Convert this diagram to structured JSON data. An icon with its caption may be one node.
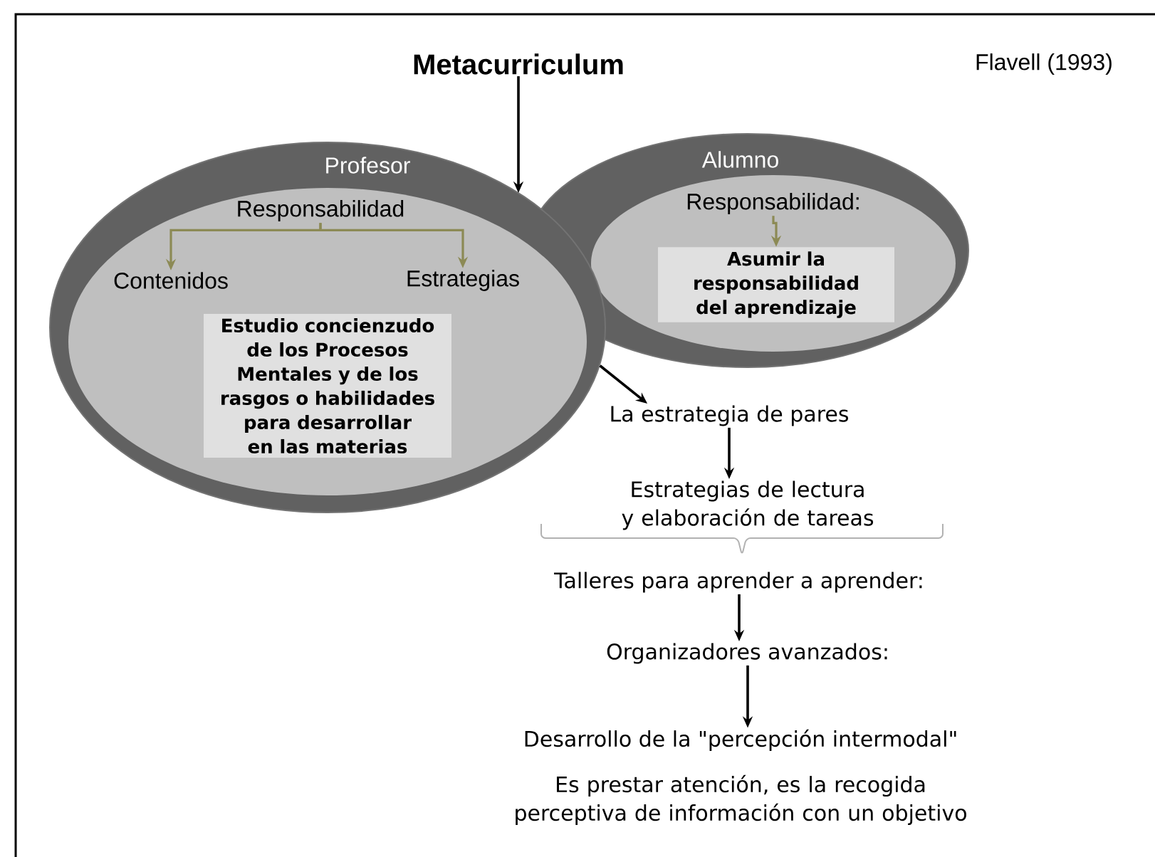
{
  "diagram": {
    "nodes": [
      {
        "text": [
          "Metacurriculum"
        ]
      },
      {
        "text": [
          "Profesor"
        ]
      },
      {
        "text": [
          "Responsabilidad"
        ],
        "in": 1
      },
      {
        "text": [
          "Contenidos"
        ],
        "in": 1
      },
      {
        "text": [
          "Estrategias"
        ],
        "in": 1
      },
      {
        "text": [
          "Estudio concienzudo de los Procesos Mentales y de los rasgos o habilidades para desarrollar en las materias"
        ],
        "in": 1
      },
      {
        "text": [
          "Alumno"
        ]
      },
      {
        "text": [
          "Responsabilidad:"
        ],
        "in": 6
      },
      {
        "text": [
          "Asumir la responsabilidad del aprendizaje"
        ],
        "in": 6
      },
      {
        "text": [
          "La estrategia de pares"
        ]
      },
      {
        "text": [
          "Estrategias de lectura y elaboración de tareas"
        ]
      },
      {
        "text": [
          "Talleres para aprender a aprender:"
        ]
      },
      {
        "text": [
          "Organizadores avanzados:"
        ]
      },
      {
        "text": [
          "Desarrollo de la \"percepción intermodal\""
        ]
      },
      {
        "text": [
          "Es prestar atención, es la recogida perceptiva de información con un objetivo"
        ]
      }
    ],
    "edges": [
      {
        "from": 0,
        "to": 1,
        "arrow": "to"
      },
      {
        "from": 2,
        "to": 3,
        "arrow": "to",
        "color": "#8c8a55"
      },
      {
        "from": 2,
        "to": 4,
        "arrow": "to",
        "color": "#8c8a55"
      },
      {
        "from": 7,
        "to": 8,
        "arrow": "to",
        "color": "#8c8a55"
      },
      {
        "from": 1,
        "to": 9,
        "arrow": "to"
      },
      {
        "from": 9,
        "to": 10,
        "arrow": "to"
      },
      {
        "from": 11,
        "to": 12,
        "arrow": "to"
      },
      {
        "from": 12,
        "to": 13,
        "arrow": "to"
      }
    ],
    "labels": [
      "Flavell (1993)"
    ]
  }
}
